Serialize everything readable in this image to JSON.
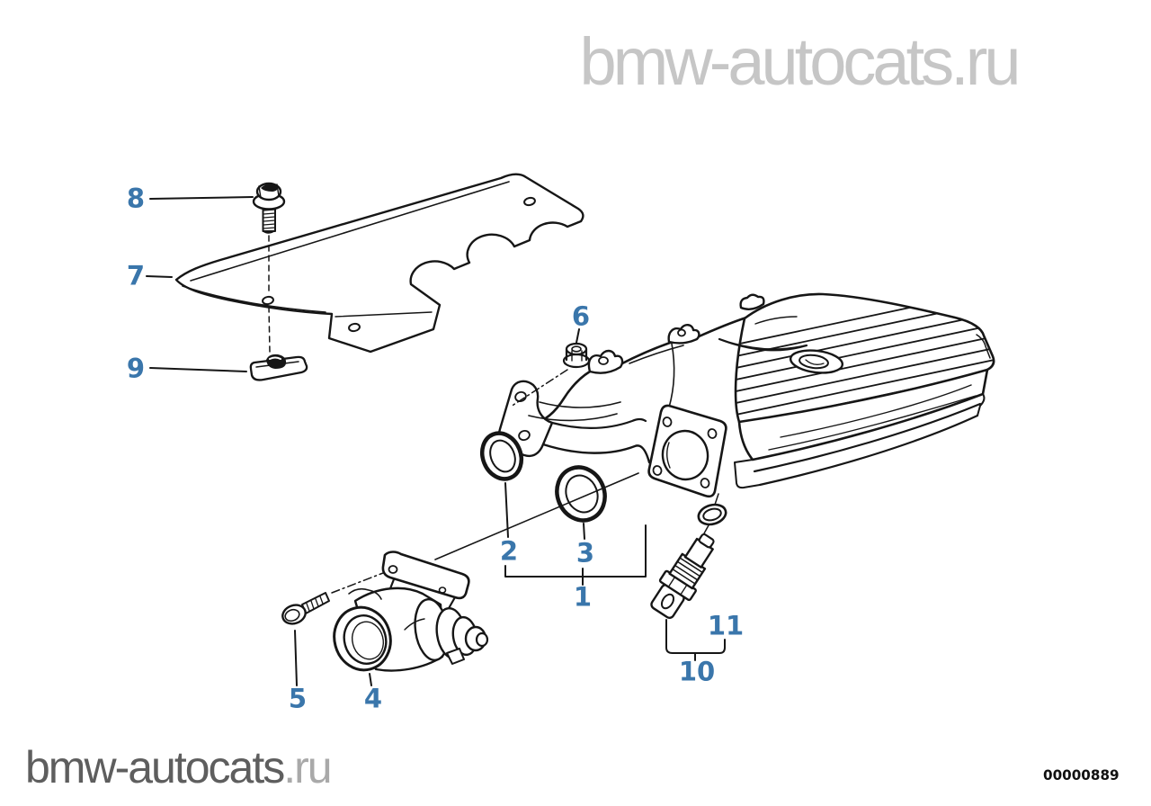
{
  "watermark": {
    "text": "bmw-autocats.ru"
  },
  "logo": {
    "main": "bmw-autocats",
    "suffix": ".ru"
  },
  "image_code": "00000889",
  "colors": {
    "accent": "#3a76ab",
    "line": "#161616",
    "watermark": "#c6c6c6",
    "logo-main": "#5e5e5e",
    "logo-suffix": "#a9a9a9",
    "code": "#111111",
    "bg": "#ffffff"
  },
  "diagram": {
    "callouts": [
      {
        "number": "1"
      },
      {
        "number": "2"
      },
      {
        "number": "3"
      },
      {
        "number": "4"
      },
      {
        "number": "5"
      },
      {
        "number": "6"
      },
      {
        "number": "7"
      },
      {
        "number": "8"
      },
      {
        "number": "9"
      },
      {
        "number": "10"
      },
      {
        "number": "11"
      }
    ]
  }
}
